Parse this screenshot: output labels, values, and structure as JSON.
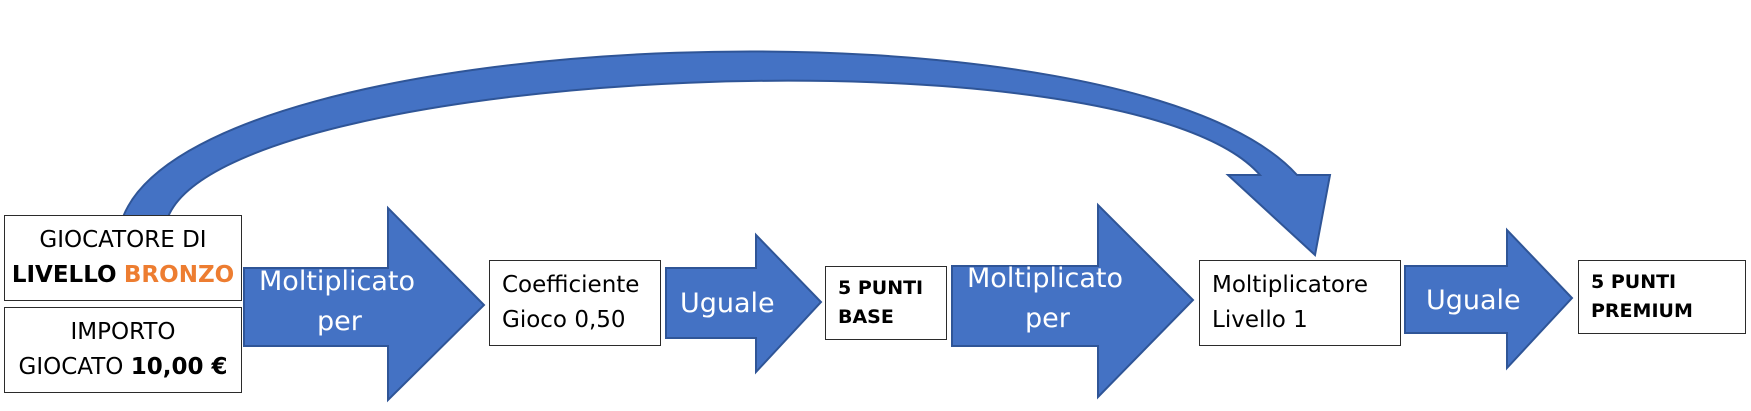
{
  "colors": {
    "arrow_fill": "#4472C4",
    "arrow_stroke": "#2F5597",
    "level_highlight": "#ED7D31",
    "box_border": "#2b2b2b"
  },
  "player_box": {
    "line1": "GIOCATORE DI",
    "line2_prefix": "LIVELLO",
    "line2_level": "BRONZO"
  },
  "amount_box": {
    "line1": "IMPORTO",
    "line2_prefix": "GIOCATO",
    "line2_amount": "10,00 €"
  },
  "arrows": [
    {
      "line1": "Moltiplicato",
      "line2": "per"
    },
    {
      "line1": "Uguale"
    },
    {
      "line1": "Moltiplicato",
      "line2": "per"
    },
    {
      "line1": "Uguale"
    }
  ],
  "coefficient_box": {
    "line1": "Coefficiente",
    "line2": "Gioco 0,50"
  },
  "base_points_box": {
    "line1": "5 PUNTI",
    "line2": "BASE"
  },
  "multiplier_box": {
    "line1": "Moltiplicatore",
    "line2": "Livello 1"
  },
  "premium_points_box": {
    "line1": "5 PUNTI",
    "line2": "PREMIUM"
  }
}
